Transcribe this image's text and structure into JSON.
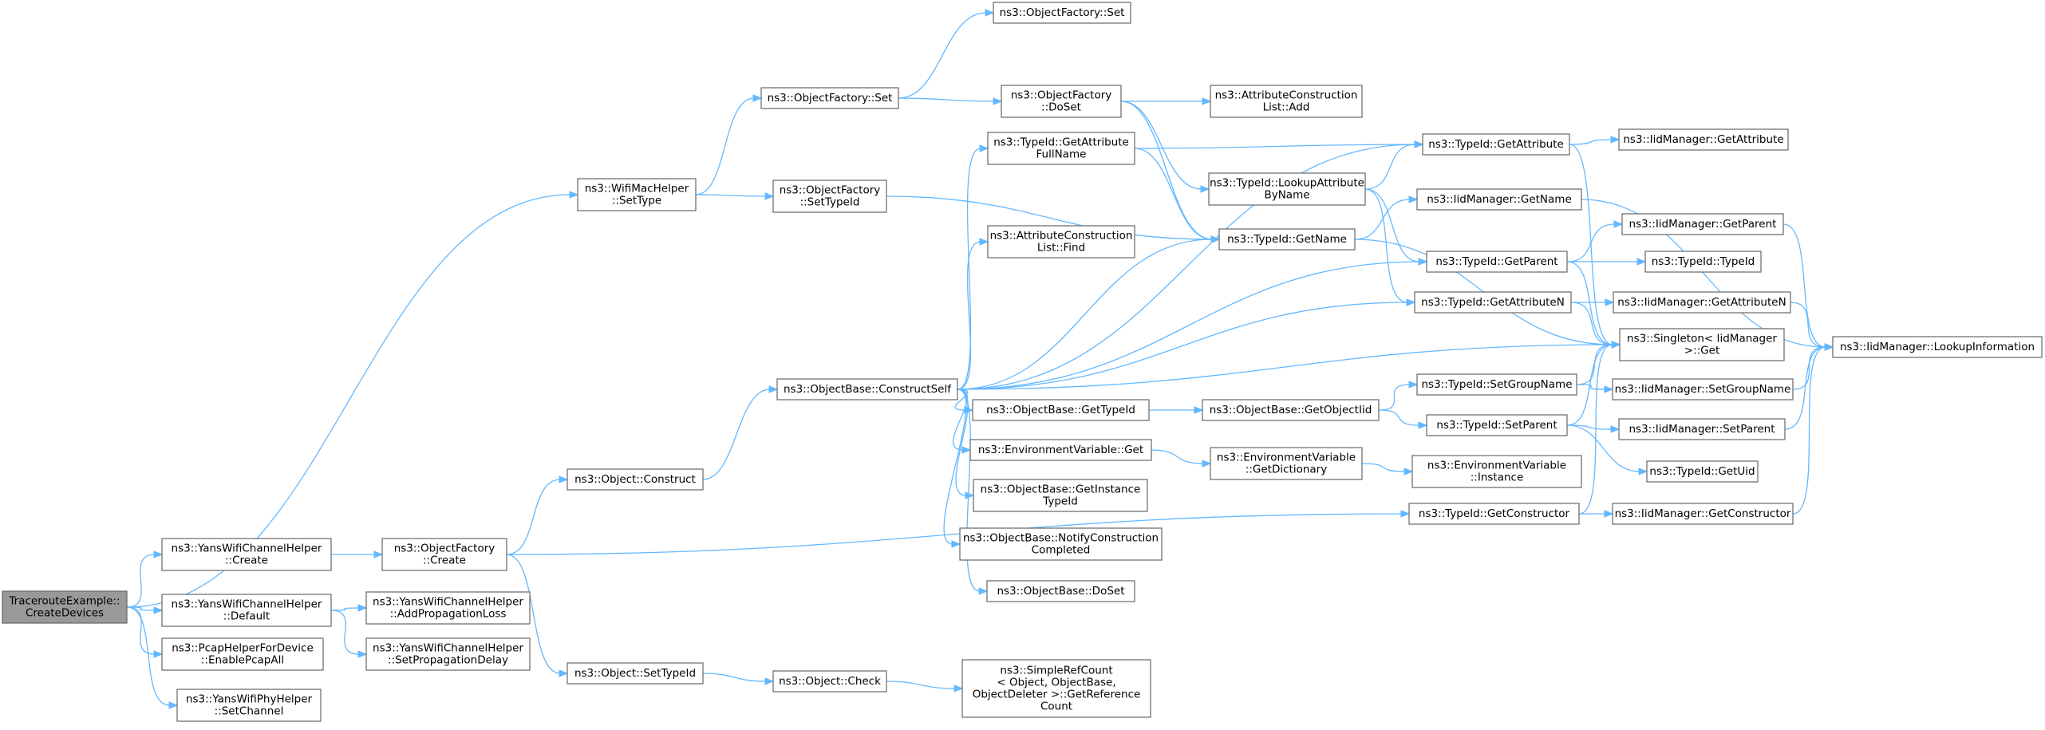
{
  "graph": {
    "nodes": [
      {
        "id": "root",
        "lines": [
          "TracerouteExample::",
          "CreateDevices"
        ],
        "root": true
      },
      {
        "id": "wifimac",
        "lines": [
          "ns3::WifiMacHelper",
          "::SetType"
        ]
      },
      {
        "id": "yanschan_create",
        "lines": [
          "ns3::YansWifiChannelHelper",
          "::Create"
        ]
      },
      {
        "id": "yanschan_default",
        "lines": [
          "ns3::YansWifiChannelHelper",
          "::Default"
        ]
      },
      {
        "id": "pcap",
        "lines": [
          "ns3::PcapHelperForDevice",
          "::EnablePcapAll"
        ]
      },
      {
        "id": "yansphy",
        "lines": [
          "ns3::YansWifiPhyHelper",
          "::SetChannel"
        ]
      },
      {
        "id": "of_set",
        "lines": [
          "ns3::ObjectFactory::Set"
        ]
      },
      {
        "id": "of_settypeid",
        "lines": [
          "ns3::ObjectFactory",
          "::SetTypeId"
        ]
      },
      {
        "id": "of_create",
        "lines": [
          "ns3::ObjectFactory",
          "::Create"
        ]
      },
      {
        "id": "addprop",
        "lines": [
          "ns3::YansWifiChannelHelper",
          "::AddPropagationLoss"
        ]
      },
      {
        "id": "setpropdelay",
        "lines": [
          "ns3::YansWifiChannelHelper",
          "::SetPropagationDelay"
        ]
      },
      {
        "id": "of_set2",
        "lines": [
          "ns3::ObjectFactory::Set"
        ]
      },
      {
        "id": "of_doset",
        "lines": [
          "ns3::ObjectFactory",
          "::DoSet"
        ]
      },
      {
        "id": "obj_construct",
        "lines": [
          "ns3::Object::Construct"
        ]
      },
      {
        "id": "obj_settypeid",
        "lines": [
          "ns3::Object::SetTypeId"
        ]
      },
      {
        "id": "ob_constructself",
        "lines": [
          "ns3::ObjectBase::ConstructSelf"
        ]
      },
      {
        "id": "obj_check",
        "lines": [
          "ns3::Object::Check"
        ]
      },
      {
        "id": "tid_getattrfullname",
        "lines": [
          "ns3::TypeId::GetAttribute",
          "FullName"
        ]
      },
      {
        "id": "acl_find",
        "lines": [
          "ns3::AttributeConstruction",
          "List::Find"
        ]
      },
      {
        "id": "ob_gettypeid",
        "lines": [
          "ns3::ObjectBase::GetTypeId"
        ]
      },
      {
        "id": "env_get",
        "lines": [
          "ns3::EnvironmentVariable::Get"
        ]
      },
      {
        "id": "ob_getinstance",
        "lines": [
          "ns3::ObjectBase::GetInstance",
          "TypeId"
        ]
      },
      {
        "id": "ob_notify",
        "lines": [
          "ns3::ObjectBase::NotifyConstruction",
          "Completed"
        ]
      },
      {
        "id": "ob_doset",
        "lines": [
          "ns3::ObjectBase::DoSet"
        ]
      },
      {
        "id": "simplerefcount",
        "lines": [
          "ns3::SimpleRefCount",
          "< Object, ObjectBase,",
          "ObjectDeleter >::GetReference",
          "Count"
        ]
      },
      {
        "id": "acl_add",
        "lines": [
          "ns3::AttributeConstruction",
          "List::Add"
        ]
      },
      {
        "id": "tid_lookupattr",
        "lines": [
          "ns3::TypeId::LookupAttribute",
          "ByName"
        ]
      },
      {
        "id": "tid_getname",
        "lines": [
          "ns3::TypeId::GetName"
        ]
      },
      {
        "id": "ob_getobjectiid",
        "lines": [
          "ns3::ObjectBase::GetObjectIid"
        ]
      },
      {
        "id": "env_getdict",
        "lines": [
          "ns3::EnvironmentVariable",
          "::GetDictionary"
        ]
      },
      {
        "id": "tid_getattribute",
        "lines": [
          "ns3::TypeId::GetAttribute"
        ]
      },
      {
        "id": "iid_getname",
        "lines": [
          "ns3::IidManager::GetName"
        ]
      },
      {
        "id": "tid_getparent",
        "lines": [
          "ns3::TypeId::GetParent"
        ]
      },
      {
        "id": "tid_getattributen",
        "lines": [
          "ns3::TypeId::GetAttributeN"
        ]
      },
      {
        "id": "tid_setgroupname",
        "lines": [
          "ns3::TypeId::SetGroupName"
        ]
      },
      {
        "id": "tid_setparent",
        "lines": [
          "ns3::TypeId::SetParent"
        ]
      },
      {
        "id": "env_instance",
        "lines": [
          "ns3::EnvironmentVariable",
          "::Instance"
        ]
      },
      {
        "id": "tid_getconstructor",
        "lines": [
          "ns3::TypeId::GetConstructor"
        ]
      },
      {
        "id": "iid_getattribute",
        "lines": [
          "ns3::IidManager::GetAttribute"
        ]
      },
      {
        "id": "iid_getparent",
        "lines": [
          "ns3::IidManager::GetParent"
        ]
      },
      {
        "id": "tid_typeid",
        "lines": [
          "ns3::TypeId::TypeId"
        ]
      },
      {
        "id": "iid_getattributen",
        "lines": [
          "ns3::IidManager::GetAttributeN"
        ]
      },
      {
        "id": "singleton_get",
        "lines": [
          "ns3::Singleton< IidManager",
          ">::Get"
        ]
      },
      {
        "id": "iid_setgroupname",
        "lines": [
          "ns3::IidManager::SetGroupName"
        ]
      },
      {
        "id": "iid_setparent",
        "lines": [
          "ns3::IidManager::SetParent"
        ]
      },
      {
        "id": "tid_getuid",
        "lines": [
          "ns3::TypeId::GetUid"
        ]
      },
      {
        "id": "iid_getconstructor",
        "lines": [
          "ns3::IidManager::GetConstructor"
        ]
      },
      {
        "id": "iid_lookupinfo",
        "lines": [
          "ns3::IidManager::LookupInformation"
        ]
      }
    ]
  }
}
